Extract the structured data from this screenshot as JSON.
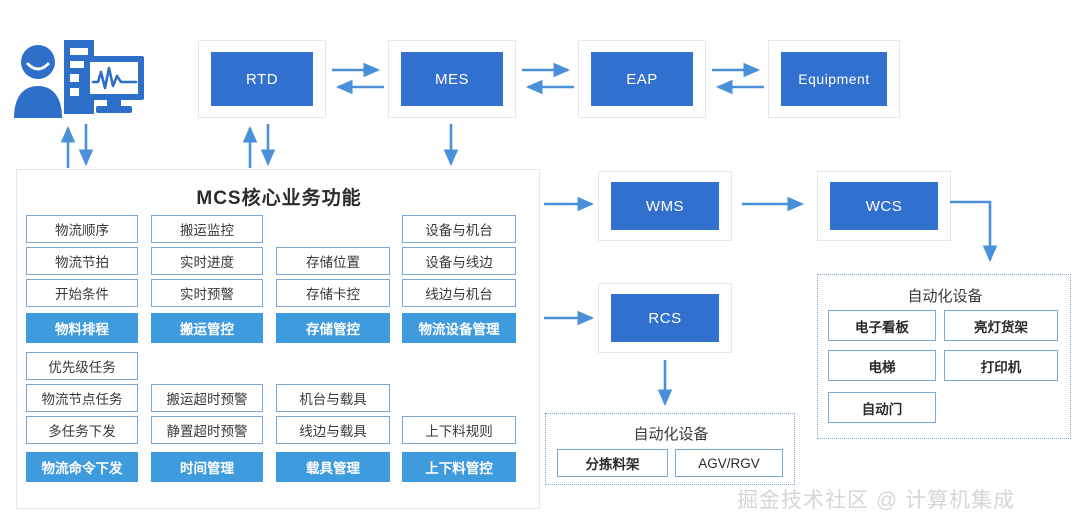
{
  "diagram": {
    "title": "MCS核心业务功能",
    "colors": {
      "system_box": "#3170ce",
      "highlight_cell": "#3e9bdd",
      "cell_border": "#7aa9d4",
      "arrow": "#4a90d9",
      "frame_border": "#e3e8ee",
      "watermark": "#d6d6d6"
    },
    "operator_icon": "operator-workstation-icon",
    "systems": [
      {
        "id": "rtd",
        "label": "RTD"
      },
      {
        "id": "mes",
        "label": "MES"
      },
      {
        "id": "eap",
        "label": "EAP"
      },
      {
        "id": "equipment",
        "label": "Equipment"
      }
    ],
    "right_systems": [
      {
        "id": "wms",
        "label": "WMS"
      },
      {
        "id": "wcs",
        "label": "WCS"
      },
      {
        "id": "rcs",
        "label": "RCS"
      }
    ],
    "mcs_columns": [
      {
        "name": "logistics",
        "top": [
          {
            "label": "物流顺序",
            "highlight": false
          },
          {
            "label": "物流节拍",
            "highlight": false
          },
          {
            "label": "开始条件",
            "highlight": false
          },
          {
            "label": "物料排程",
            "highlight": true
          }
        ],
        "bottom": [
          {
            "label": "优先级任务",
            "highlight": false
          },
          {
            "label": "物流节点任务",
            "highlight": false
          },
          {
            "label": "多任务下发",
            "highlight": false
          },
          {
            "label": "物流命令下发",
            "highlight": true
          }
        ]
      },
      {
        "name": "transport",
        "top": [
          {
            "label": "搬运监控",
            "highlight": false
          },
          {
            "label": "实时进度",
            "highlight": false
          },
          {
            "label": "实时预警",
            "highlight": false
          },
          {
            "label": "搬运管控",
            "highlight": true
          }
        ],
        "bottom": [
          {
            "label": "搬运超时预警",
            "highlight": false
          },
          {
            "label": "静置超时预警",
            "highlight": false
          },
          {
            "label": "时间管理",
            "highlight": true
          }
        ]
      },
      {
        "name": "storage",
        "top": [
          {
            "label": "存储位置",
            "highlight": false
          },
          {
            "label": "存储卡控",
            "highlight": false
          },
          {
            "label": "存储管控",
            "highlight": true
          }
        ],
        "bottom": [
          {
            "label": "机台与载具",
            "highlight": false
          },
          {
            "label": "线边与载具",
            "highlight": false
          },
          {
            "label": "载具管理",
            "highlight": true
          }
        ]
      },
      {
        "name": "equipment",
        "top": [
          {
            "label": "设备与机台",
            "highlight": false
          },
          {
            "label": "设备与线边",
            "highlight": false
          },
          {
            "label": "线边与机台",
            "highlight": false
          },
          {
            "label": "物流设备管理",
            "highlight": true
          }
        ],
        "bottom": [
          {
            "label": "上下料规则",
            "highlight": false
          },
          {
            "label": "上下料管控",
            "highlight": true
          }
        ]
      }
    ],
    "automation_center": {
      "title": "自动化设备",
      "items": [
        {
          "label": "分拣料架"
        },
        {
          "label": "AGV/RGV"
        }
      ]
    },
    "automation_right": {
      "title": "自动化设备",
      "items": [
        {
          "label": "电子看板"
        },
        {
          "label": "亮灯货架"
        },
        {
          "label": "电梯"
        },
        {
          "label": "打印机"
        },
        {
          "label": "自动门"
        }
      ]
    },
    "watermark": "掘金技术社区 @ 计算机集成"
  }
}
